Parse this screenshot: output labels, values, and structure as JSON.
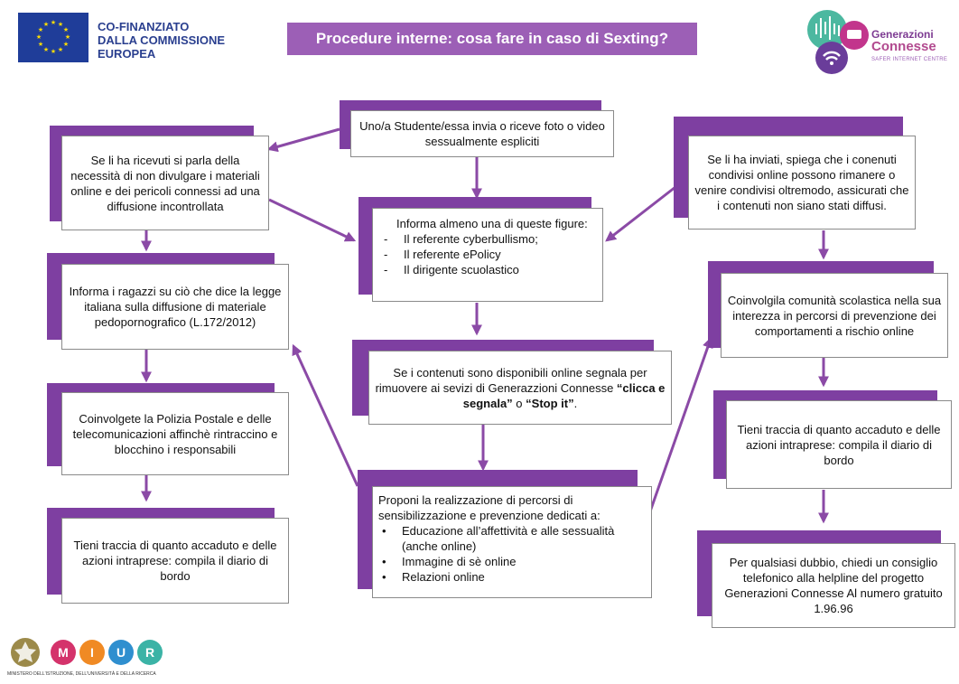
{
  "header": {
    "eu_lines": [
      "CO-FINANZIATO",
      "DALLA COMMISSIONE",
      "EUROPEA"
    ],
    "title": "Procedure interne: cosa fare in caso di Sexting?",
    "logo_line1": "Generazioni",
    "logo_line2": "Connesse",
    "logo_line3": "SAFER INTERNET CENTRE"
  },
  "boxes": {
    "start": "Uno/a Studente/essa invia o riceve foto o video sessualmente espliciti",
    "left1": "Se li ha ricevuti si parla della necessità di non divulgare i materiali online e dei pericoli connessi ad una diffusione incontrollata",
    "left2": "Informa i ragazzi su ciò che dice la legge italiana sulla diffusione di materiale pedopornografico (L.172/2012)",
    "left3": "Coinvolgete la Polizia Postale e delle telecomunicazioni affinchè rintraccino e blocchino i responsabili",
    "left4": "Tieni traccia di quanto accaduto e delle azioni intraprese: compila il diario di bordo",
    "center1_intro": "Informa almeno una di queste figure:",
    "center1_items": [
      "Il referente cyberbullismo;",
      "Il referente ePolicy",
      "Il dirigente scuolastico"
    ],
    "center2_pre": "Se i contenuti sono disponibili online segnala per rimuovere ai sevizi di Generazzioni Connesse ",
    "center2_q1": "“clicca e segnala”",
    "center2_mid": " o ",
    "center2_q2": "“Stop it”",
    "center2_end": ".",
    "center3_intro": "Proponi la realizzazione di percorsi di sensibilizzazione e prevenzione dedicati a:",
    "center3_items": [
      "Educazione all’affettività e alle sessualità (anche online)",
      "Immagine di sè online",
      "Relazioni online"
    ],
    "right1": "Se li ha inviati, spiega che i conenuti condivisi online possono rimanere o venire condivisi oltremodo, assicurati che i contenuti non siano stati diffusi.",
    "right2": "Coinvolgila comunità scolastica nella sua interezza in percorsi di prevenzione dei comportamenti a rischio online",
    "right3": "Tieni traccia di quanto accaduto e delle azioni intraprese: compila il diario di bordo",
    "right4": "Per qualsiasi dubbio, chiedi un consiglio telefonico alla helpline del progetto Generazioni Connesse Al numero gratuito 1.96.96"
  },
  "footer": {
    "miur_letters": [
      "M",
      "I",
      "U",
      "R"
    ],
    "miur_caption": "MINISTERO DELL'ISTRUZIONE, DELL'UNIVERSITÀ E DELLA RICERCA"
  },
  "colors": {
    "accent": "#9c5fb6",
    "shadow": "#7e3fa1",
    "arrow": "#8b4aa6",
    "eu_blue": "#1f3d99",
    "eu_text": "#2a3f8f"
  }
}
